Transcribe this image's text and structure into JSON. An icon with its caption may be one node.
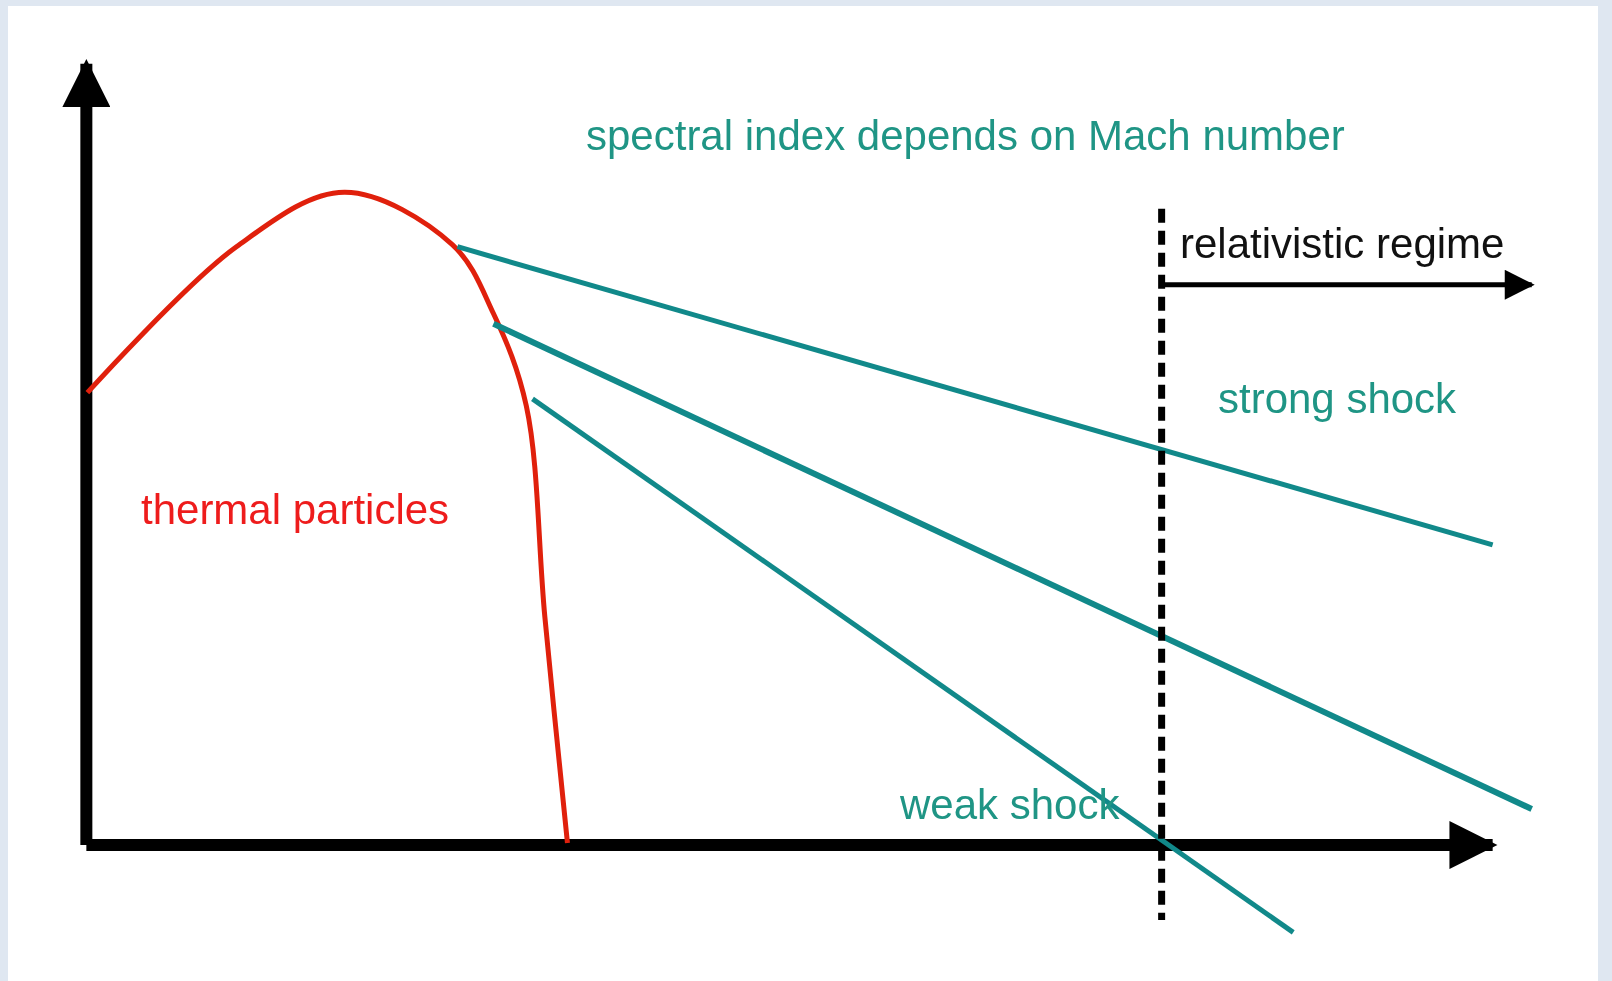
{
  "diagram": {
    "labels": [
      "spectral index depends on Mach number",
      "relativistic regime",
      "strong shock",
      "thermal particles",
      "weak shock"
    ]
  }
}
